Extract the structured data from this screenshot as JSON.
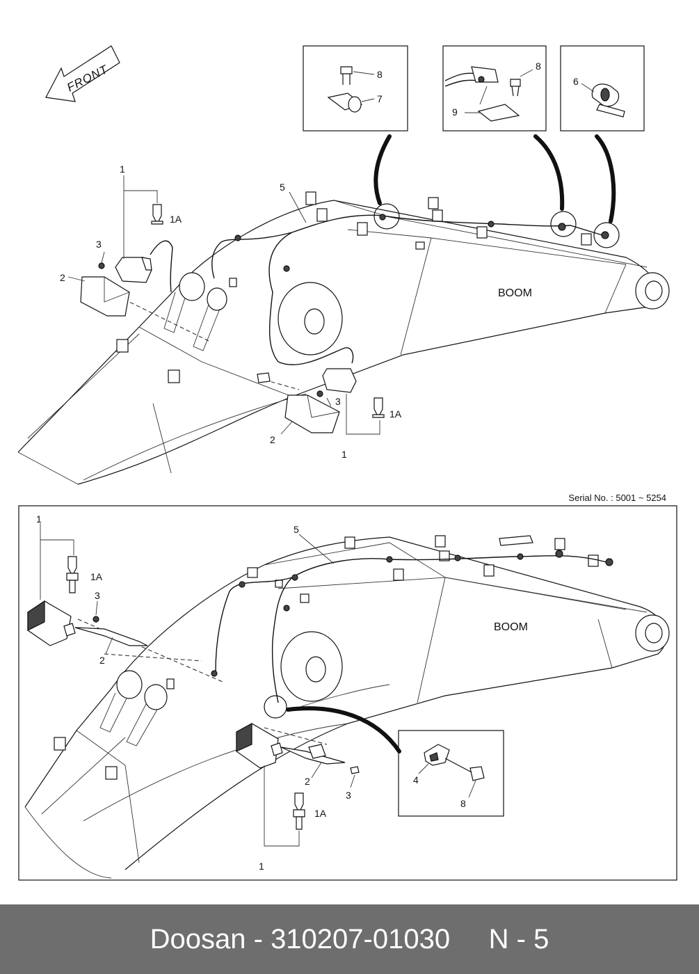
{
  "front_label": "FRONT",
  "serial_text": "Serial No. : 5001 ~ 5254",
  "boom_label": "BOOM",
  "top_callouts": {
    "lamp_left": "1",
    "bulb_left": "1A",
    "bolt_left": "3",
    "bracket_left": "2",
    "harness": "5",
    "bulb_right": "1A",
    "bolt_right": "3",
    "bracket_right": "2",
    "lamp_right": "1"
  },
  "insets_top": {
    "a_bolt": "8",
    "a_clip": "7",
    "b_bolt": "8",
    "b_plate": "9",
    "c_clamp": "6"
  },
  "bottom_callouts": {
    "lamp_left": "1",
    "bulb_left": "1A",
    "bolt_left": "3",
    "bracket_left": "2",
    "harness": "5",
    "bracket_right": "2",
    "bolt_right": "3",
    "bulb_right": "1A",
    "lamp_right": "1"
  },
  "inset_bottom": {
    "clip": "4",
    "bolt": "8"
  },
  "footer": {
    "brand": "Doosan",
    "sep1": " - ",
    "part_number": "310207-01030",
    "gap": "     ",
    "page": "N - 5"
  }
}
